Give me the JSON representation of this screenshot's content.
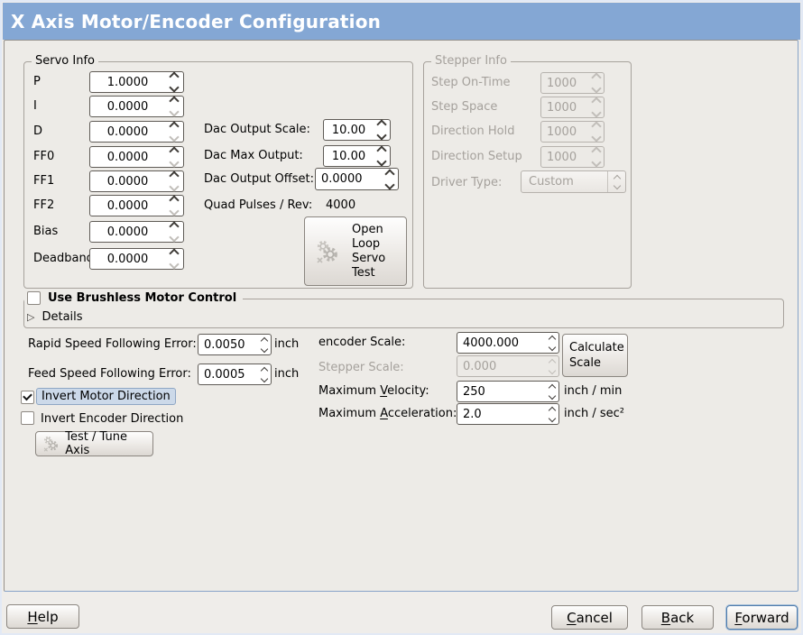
{
  "title": "X Axis Motor/Encoder Configuration",
  "colors": {
    "titlebar_bg": "#84a7d4",
    "panel_bg": "#edebe7",
    "focus_label_bg": "#ccd9e9",
    "focus_ring": "#4f7cab"
  },
  "icons": {
    "expander": "▷",
    "gears": "gears-icon"
  },
  "servo": {
    "frame_label": "Servo Info",
    "fields": [
      {
        "label": "P",
        "value": "1.0000"
      },
      {
        "label": "I",
        "value": "0.0000"
      },
      {
        "label": "D",
        "value": "0.0000"
      },
      {
        "label": "FF0",
        "value": "0.0000"
      },
      {
        "label": "FF1",
        "value": "0.0000"
      },
      {
        "label": "FF2",
        "value": "0.0000"
      },
      {
        "label": "Bias",
        "value": "0.0000"
      },
      {
        "label": "Deadband",
        "value": "0.0000"
      }
    ]
  },
  "dac": {
    "rows": [
      {
        "label": "Dac Output Scale:",
        "value": "10.00"
      },
      {
        "label": "Dac Max Output:",
        "value": "10.00"
      },
      {
        "label": "Dac Output Offset:",
        "value": "0.0000"
      }
    ],
    "quad_label": "Quad Pulses / Rev:",
    "quad_value": "4000"
  },
  "open_loop": {
    "lines": [
      "Open",
      "Loop",
      "Servo",
      "Test"
    ]
  },
  "stepper": {
    "frame_label": "Stepper Info",
    "fields": [
      {
        "label": "Step On-Time",
        "value": "1000"
      },
      {
        "label": "Step Space",
        "value": "1000"
      },
      {
        "label": "Direction Hold",
        "value": "1000"
      },
      {
        "label": "Direction Setup",
        "value": "1000"
      }
    ],
    "driver_label": "Driver Type:",
    "driver_value": "Custom"
  },
  "brushless": {
    "checkbox_label": "Use Brushless Motor Control",
    "details_label": "Details"
  },
  "follow": {
    "rapid_label": "Rapid Speed Following Error:",
    "rapid_value": "0.0050",
    "feed_label": "Feed Speed Following Error:",
    "feed_value": "0.0005",
    "unit": "inch"
  },
  "scale": {
    "encoder_label": "encoder Scale:",
    "encoder_value": "4000.000",
    "stepper_label": "Stepper Scale:",
    "stepper_value": "0.000",
    "calc_lines": [
      "Calculate",
      "Scale"
    ],
    "velocity": {
      "pre": "Maximum ",
      "key": "V",
      "post": "elocity:"
    },
    "velocity_value": "250",
    "velocity_unit": "inch / min",
    "accel": {
      "pre": "Maximum ",
      "key": "A",
      "post": "cceleration:"
    },
    "accel_value": "2.0",
    "accel_unit": "inch / sec²"
  },
  "invert": {
    "motor_label": "Invert Motor Direction",
    "encoder_label": "Invert Encoder Direction"
  },
  "test_tune": {
    "label": "Test / Tune Axis"
  },
  "footer": {
    "help": {
      "pre": "",
      "key": "H",
      "post": "elp"
    },
    "cancel": {
      "pre": "",
      "key": "C",
      "post": "ancel"
    },
    "back": {
      "pre": "",
      "key": "B",
      "post": "ack"
    },
    "forward": {
      "pre": "",
      "key": "F",
      "post": "orward"
    }
  }
}
